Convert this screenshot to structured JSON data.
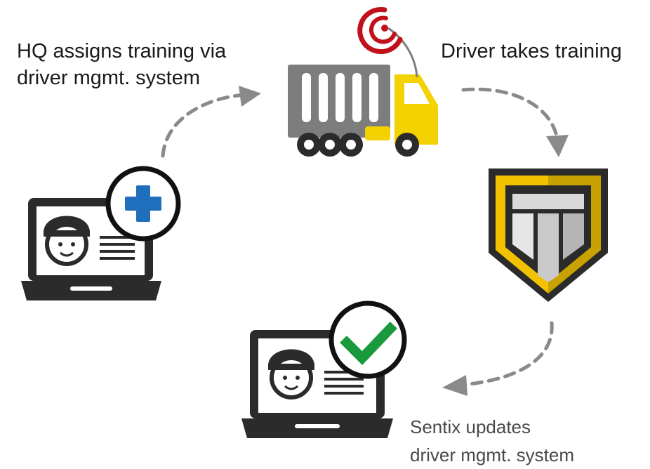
{
  "steps": {
    "assign": {
      "lines": [
        "HQ assigns training via",
        "driver mgmt. system"
      ]
    },
    "take": {
      "lines": [
        "Driver takes training"
      ]
    },
    "update": {
      "lines": [
        "Sentix updates",
        "driver mgmt. system"
      ]
    }
  },
  "icons": {
    "laptop_top": "laptop-driver-profile-icon",
    "plus_badge": "plus-icon",
    "truck": "truck-icon",
    "signal": "signal-icon",
    "shield_logo": "shield-logo-icon",
    "laptop_bottom": "laptop-driver-profile-icon",
    "check_badge": "checkmark-icon"
  },
  "colors": {
    "arrow": "#8a8a8a",
    "truck_body": "#7d7d7d",
    "truck_cab": "#f2d200",
    "signal": "#c0101a",
    "plus": "#1f6fbd",
    "check": "#1a9a3c",
    "shield_gold": "#f2c200",
    "dark": "#2b2b2b"
  }
}
